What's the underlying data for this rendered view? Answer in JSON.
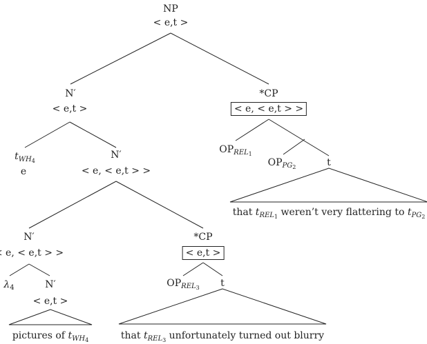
{
  "nodes": {
    "np": {
      "cat": "NP",
      "type": "< e,t >"
    },
    "nbar_top": {
      "cat": "N′",
      "type": "< e,t >"
    },
    "cp_top": {
      "cat": "*CP",
      "type": "< e, < e,t > >"
    },
    "trace_wh": {
      "t": "t",
      "sub": "WH",
      "subsub": "4",
      "type": "e"
    },
    "nbar_mid": {
      "cat": "N′",
      "type": "< e, < e,t > >"
    },
    "op_rel1": {
      "op": "OP",
      "sub": "REL",
      "subsub": "1"
    },
    "op_pg2": {
      "op": "OP",
      "sub": "PG",
      "subsub": "2"
    },
    "t_top": {
      "cat": "t"
    },
    "nbar_low": {
      "cat": "N′",
      "type": "< e, < e,t > >"
    },
    "cp_low": {
      "cat": "*CP",
      "type": "< e,t >"
    },
    "lambda": {
      "sym": "λ",
      "sub": "4"
    },
    "nbar_leaf": {
      "cat": "N′",
      "type": "< e,t >"
    },
    "op_rel3": {
      "op": "OP",
      "sub": "REL",
      "subsub": "3"
    },
    "t_low": {
      "cat": "t"
    }
  },
  "phrases": {
    "top": {
      "w1": "that ",
      "t1": "t",
      "s1": "REL",
      "ss1": "1",
      "w2": " weren’t very flattering to ",
      "t2": "t",
      "s2": "PG",
      "ss2": "2"
    },
    "pictures": {
      "w1": "pictures of ",
      "t1": "t",
      "s1": "WH",
      "ss1": "4"
    },
    "low": {
      "w1": "that ",
      "t1": "t",
      "s1": "REL",
      "ss1": "3",
      "w2": " unfortunately turned out blurry"
    }
  },
  "colors": {
    "ink": "#222222",
    "background": "#ffffff"
  }
}
